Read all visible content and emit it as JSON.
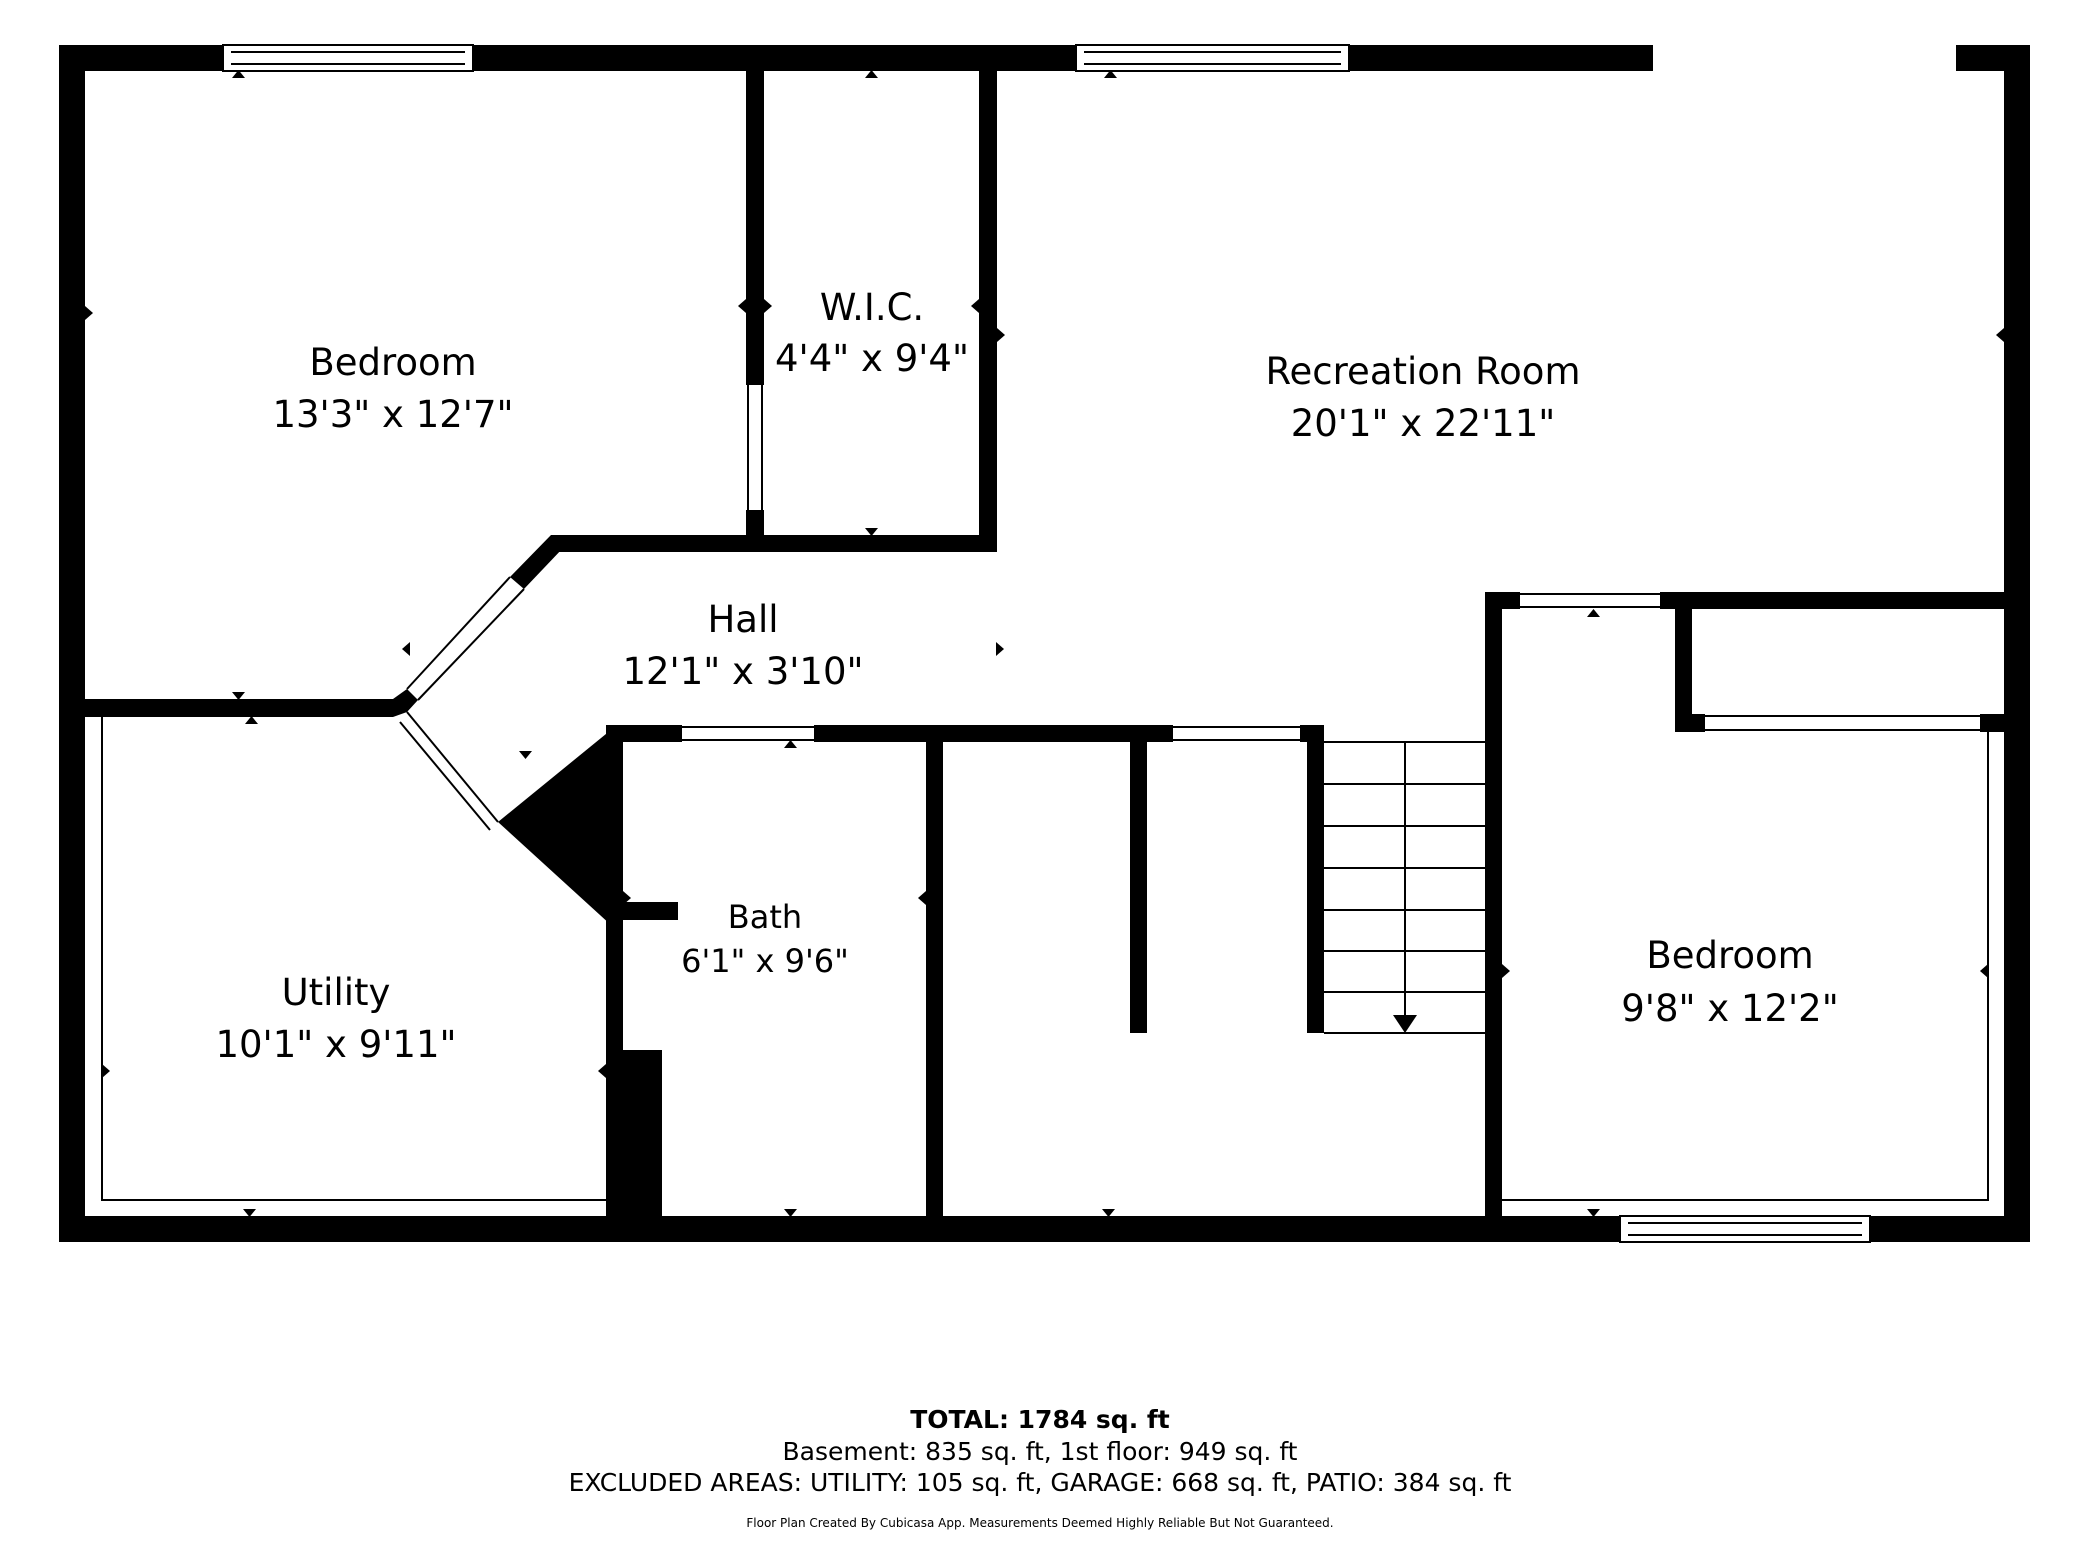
{
  "rooms": {
    "bedroom_left": {
      "name": "Bedroom",
      "dims": "13'3\" x 12'7\""
    },
    "wic": {
      "name": "W.I.C.",
      "dims": "4'4\" x 9'4\""
    },
    "recreation": {
      "name": "Recreation Room",
      "dims": "20'1\" x 22'11\""
    },
    "hall": {
      "name": "Hall",
      "dims": "12'1\" x 3'10\""
    },
    "bath": {
      "name": "Bath",
      "dims": "6'1\" x 9'6\""
    },
    "utility": {
      "name": "Utility",
      "dims": "10'1\" x 9'11\""
    },
    "bedroom_right": {
      "name": "Bedroom",
      "dims": "9'8\" x 12'2\""
    }
  },
  "footer": {
    "total": "TOTAL: 1784 sq. ft",
    "areas": "Basement: 835 sq. ft, 1st floor: 949 sq. ft",
    "excluded": "EXCLUDED AREAS: UTILITY: 105 sq. ft, GARAGE: 668 sq. ft, PATIO: 384 sq. ft",
    "credit": "Floor Plan Created By Cubicasa App. Measurements Deemed Highly Reliable But Not Guaranteed."
  },
  "colors": {
    "wall": "#000000",
    "background": "#ffffff"
  }
}
